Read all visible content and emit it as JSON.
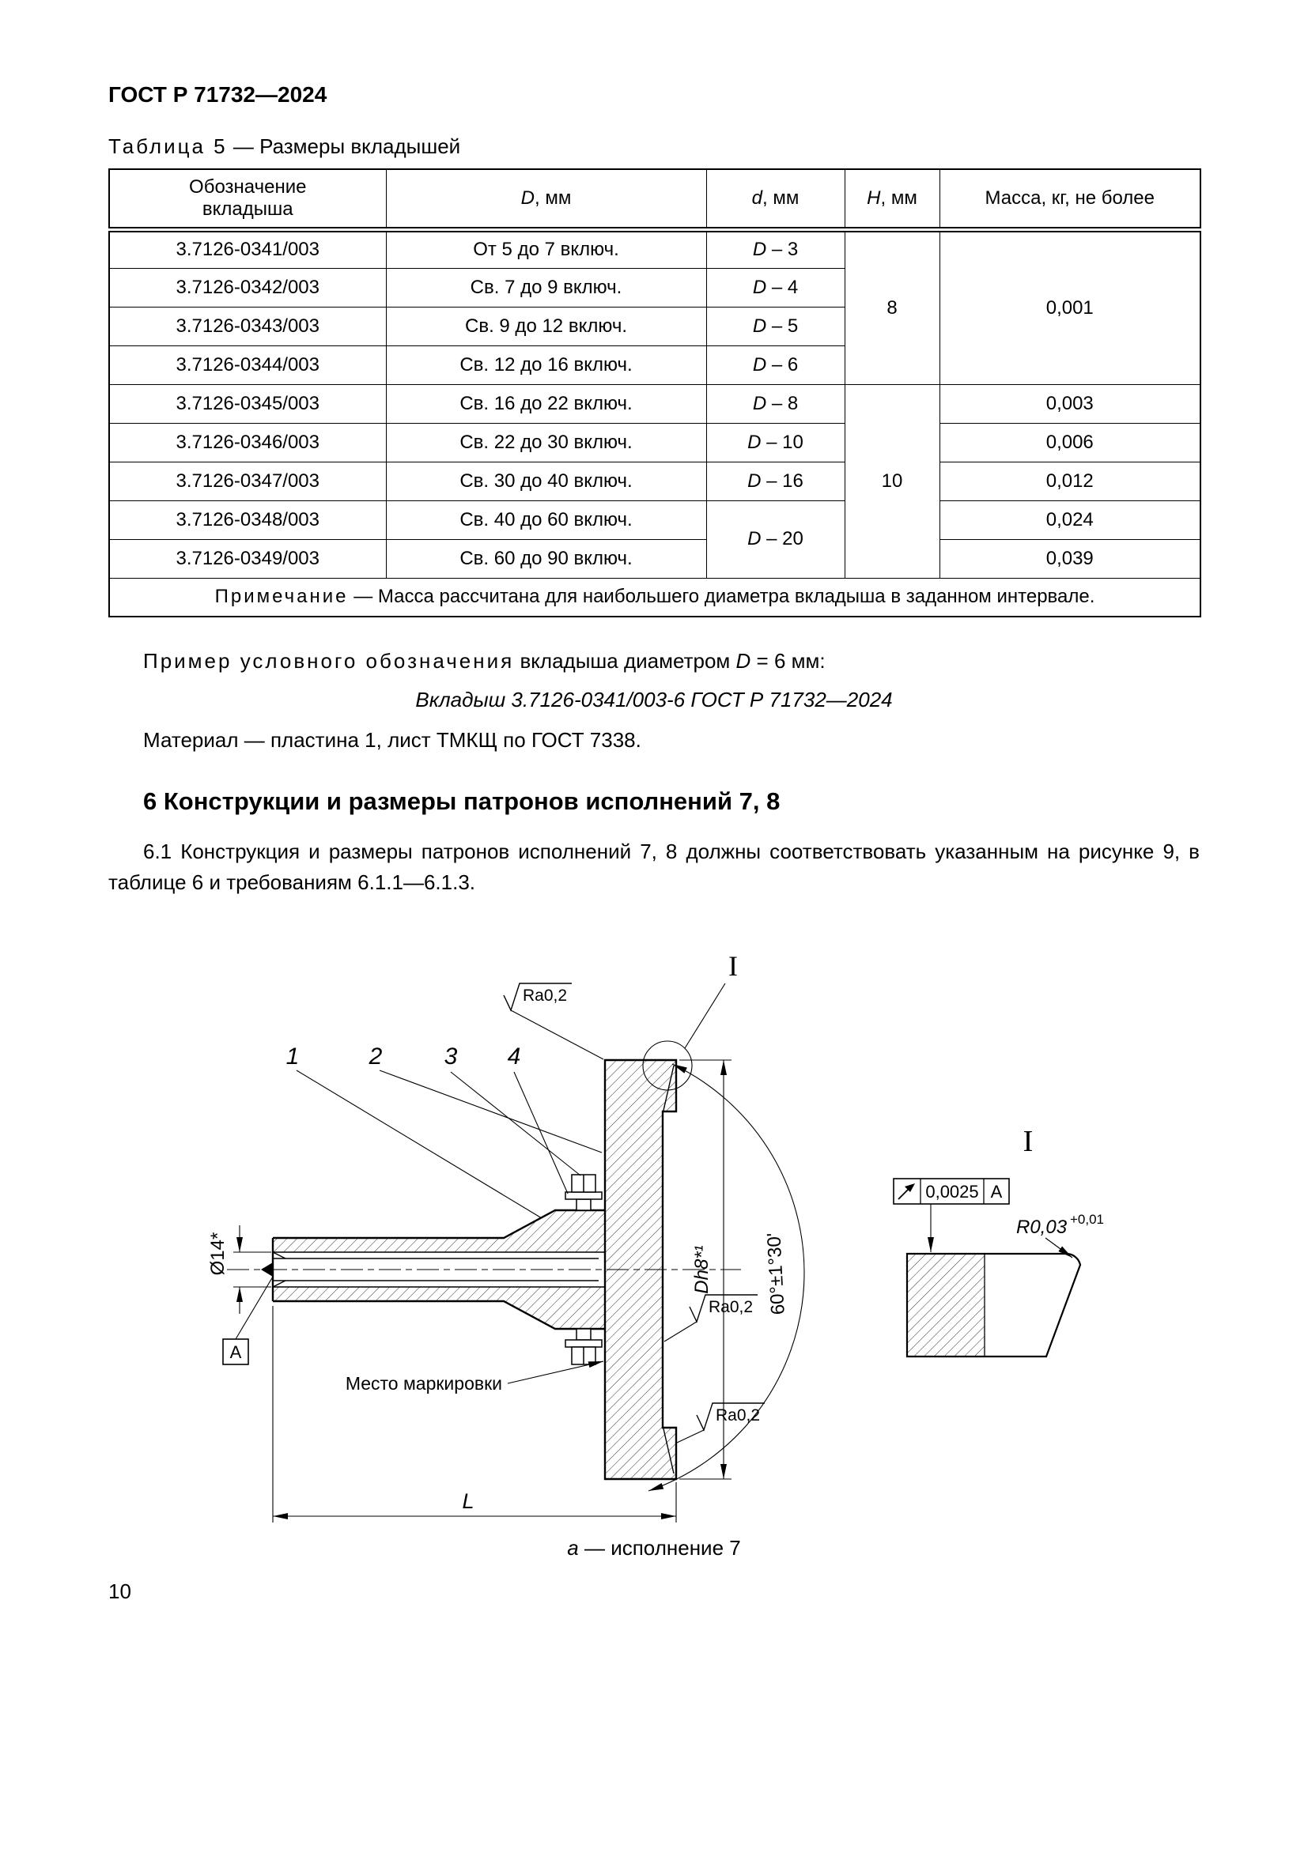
{
  "page": {
    "header": "ГОСТ Р 71732—2024",
    "number": "10"
  },
  "table5": {
    "title_label": "Таблица 5",
    "title_rest": "— Размеры вкладышей",
    "headers": {
      "designation": "Обозначение вкладыша",
      "D_var": "D",
      "D_unit": ", мм",
      "d_var": "d",
      "d_unit": ", мм",
      "H_var": "H",
      "H_unit": ", мм",
      "mass": "Масса, кг, не более"
    },
    "rows": [
      {
        "designation": "3.7126-0341/003",
        "range": "От 5 до 7 включ.",
        "d_var": "D",
        "d_rest": " – 3"
      },
      {
        "designation": "3.7126-0342/003",
        "range": "Св. 7 до 9 включ.",
        "d_var": "D",
        "d_rest": " – 4"
      },
      {
        "designation": "3.7126-0343/003",
        "range": "Св. 9 до 12 включ.",
        "d_var": "D",
        "d_rest": " – 5"
      },
      {
        "designation": "3.7126-0344/003",
        "range": "Св. 12 до 16 включ.",
        "d_var": "D",
        "d_rest": " – 6"
      },
      {
        "designation": "3.7126-0345/003",
        "range": "Св. 16 до 22 включ.",
        "d_var": "D",
        "d_rest": " – 8",
        "mass": "0,003"
      },
      {
        "designation": "3.7126-0346/003",
        "range": "Св. 22 до 30 включ.",
        "d_var": "D",
        "d_rest": " – 10",
        "mass": "0,006"
      },
      {
        "designation": "3.7126-0347/003",
        "range": "Св. 30 до 40 включ.",
        "d_var": "D",
        "d_rest": " – 16",
        "mass": "0,012"
      },
      {
        "designation": "3.7126-0348/003",
        "range": "Св. 40 до 60 включ.",
        "mass": "0,024"
      },
      {
        "designation": "3.7126-0349/003",
        "range": "Св. 60 до 90 включ.",
        "mass": "0,039"
      }
    ],
    "merged": {
      "H1": "8",
      "mass1": "0,001",
      "H2": "10",
      "d89_var": "D",
      "d89_rest": " – 20"
    },
    "note_label": "Примечание",
    "note_text": "— Масса рассчитана для наибольшего диаметра вкладыша в заданном интервале."
  },
  "example": {
    "lead_spaced": "Пример условного обозначения",
    "lead_mid": "вкладыша диаметром",
    "lead_var": "D",
    "lead_tail": "= 6 мм:",
    "designation": "Вкладыш 3.7126-0341/003-6 ГОСТ Р 71732—2024",
    "material": "Материал — пластина 1, лист ТМКЩ по ГОСТ 7338."
  },
  "section6": {
    "heading": "6 Конструкции и размеры патронов исполнений 7, 8",
    "para": "6.1 Конструкция и размеры патронов исполнений 7, 8 должны соответствовать указанным на рисунке 9, в таблице 6 и требованиям 6.1.1—6.1.3."
  },
  "figure": {
    "callouts": [
      "1",
      "2",
      "3",
      "4"
    ],
    "ra": "Ra0,2",
    "detail_ref": "I",
    "dia": "Ø14*",
    "datum": "A",
    "d_dim": "Dh8*¹",
    "angle": "60°±1°30'",
    "marking": "Место маркировки",
    "length": "L",
    "tol_value": "0,0025",
    "tol_datum": "A",
    "radius_base": "R0,03",
    "radius_sup": "+0,01",
    "caption_var": "а",
    "caption_text": "— исполнение 7"
  }
}
